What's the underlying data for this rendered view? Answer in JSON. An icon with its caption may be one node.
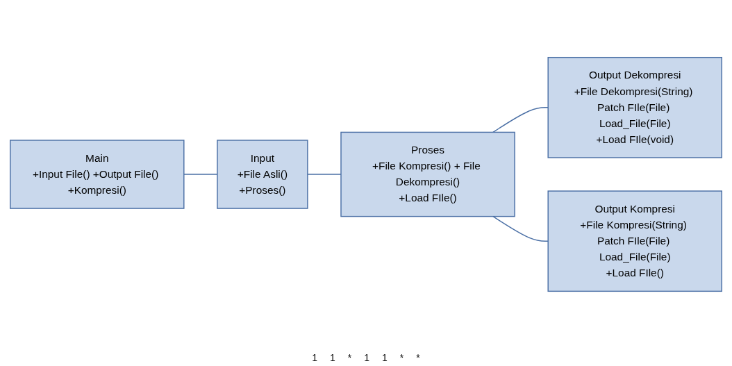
{
  "diagram": {
    "nodes": [
      {
        "text": [
          "Main",
          "+Input File() +Output File() +Kompresi()"
        ]
      },
      {
        "text": [
          "Output Dekompresi",
          "+File Dekompresi(String) Patch FIle(File) Load_File(File)",
          "+Load FIle(void)"
        ]
      },
      {
        "text": [
          "Input",
          "+File Asli()",
          "+Proses()"
        ]
      },
      {
        "text": [
          "Proses",
          "+File Kompresi() + File Dekompresi()",
          "+Load FIle()"
        ]
      },
      {
        "text": [
          "Output Kompresi",
          "+File Kompresi(String) Patch FIle(File) Load_File(File)",
          "+Load FIle()"
        ]
      }
    ],
    "edges": [
      {
        "from": 0,
        "to": 2,
        "arrow": "none"
      },
      {
        "from": 2,
        "to": 3,
        "arrow": "none"
      },
      {
        "from": 3,
        "to": 1,
        "arrow": "none"
      },
      {
        "from": 3,
        "to": 4,
        "arrow": "none"
      }
    ],
    "labels": [
      "1",
      "1",
      "*",
      "1",
      "1",
      "*",
      "*"
    ]
  }
}
